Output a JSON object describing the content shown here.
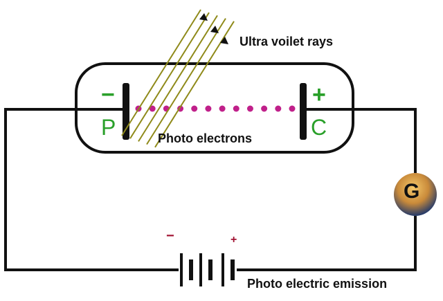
{
  "labels": {
    "rays": "Ultra voilet rays",
    "photo_electrons": "Photo electrons",
    "emission": "Photo electric emission",
    "plate_left": "P",
    "plate_right": "C",
    "sign_left": "−",
    "sign_right": "+",
    "battery_minus": "−",
    "battery_plus": "+",
    "galvanometer": "G"
  },
  "colors": {
    "wire": "#111111",
    "plate_label": "#2aa02a",
    "electron": "#c0208a",
    "ray": "#8f8a1a",
    "battery_sign": "#a01030"
  },
  "electron_count": 12,
  "ray_count": 5
}
